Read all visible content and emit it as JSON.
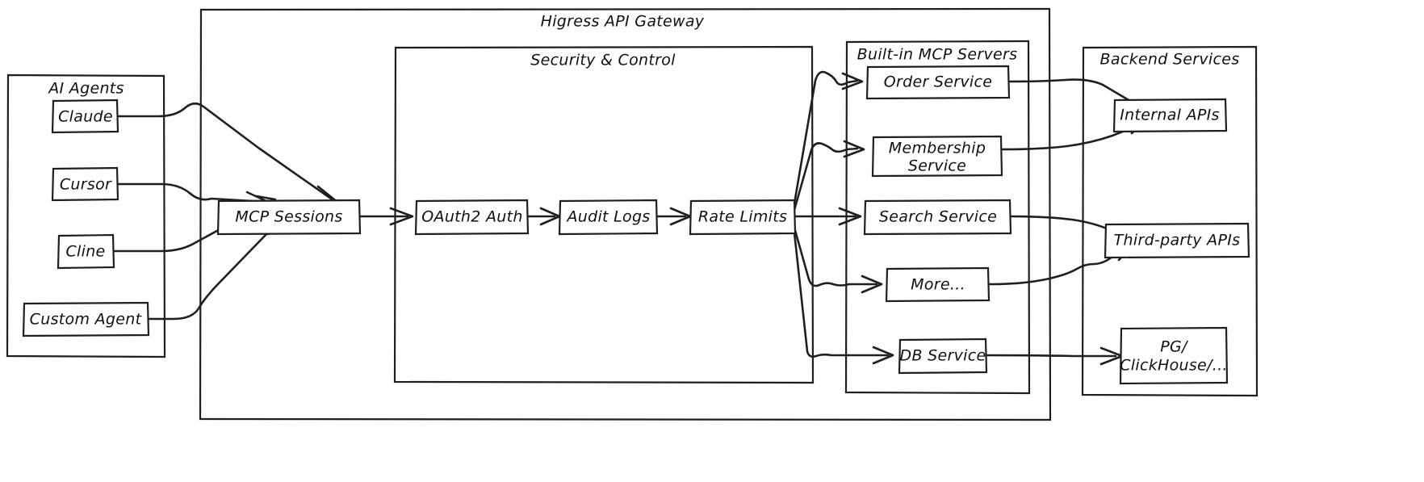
{
  "diagram": {
    "title": "Higress API Gateway",
    "style": "hand-drawn-sketch",
    "stroke_color": "#1f1f1f",
    "background_color": "#ffffff"
  },
  "clusters": {
    "ai_agents": {
      "label": "AI Agents"
    },
    "gateway": {
      "label": "Higress API Gateway"
    },
    "security": {
      "label": "Security & Control"
    },
    "mcp_servers": {
      "label": "Built-in MCP Servers"
    },
    "backend": {
      "label": "Backend Services"
    }
  },
  "nodes": {
    "agents": [
      {
        "id": "claude",
        "label": "Claude"
      },
      {
        "id": "cursor",
        "label": "Cursor"
      },
      {
        "id": "cline",
        "label": "Cline"
      },
      {
        "id": "custom_agent",
        "label": "Custom Agent"
      }
    ],
    "sessions": {
      "id": "mcp_sessions",
      "label": "MCP Sessions"
    },
    "security_chain": [
      {
        "id": "oauth2",
        "label": "OAuth2 Auth"
      },
      {
        "id": "audit",
        "label": "Audit Logs"
      },
      {
        "id": "rate",
        "label": "Rate Limits"
      }
    ],
    "mcp_services": [
      {
        "id": "order",
        "label": "Order Service"
      },
      {
        "id": "membership",
        "label": "Membership Service",
        "line1": "Membership",
        "line2": "Service"
      },
      {
        "id": "search",
        "label": "Search Service"
      },
      {
        "id": "more",
        "label": "More..."
      },
      {
        "id": "db",
        "label": "DB Service"
      }
    ],
    "backends": [
      {
        "id": "internal",
        "label": "Internal APIs"
      },
      {
        "id": "thirdparty",
        "label": "Third-party APIs"
      },
      {
        "id": "pg",
        "label": "PG/ClickHouse/...",
        "line1": "PG/",
        "line2": "ClickHouse/..."
      }
    ]
  }
}
